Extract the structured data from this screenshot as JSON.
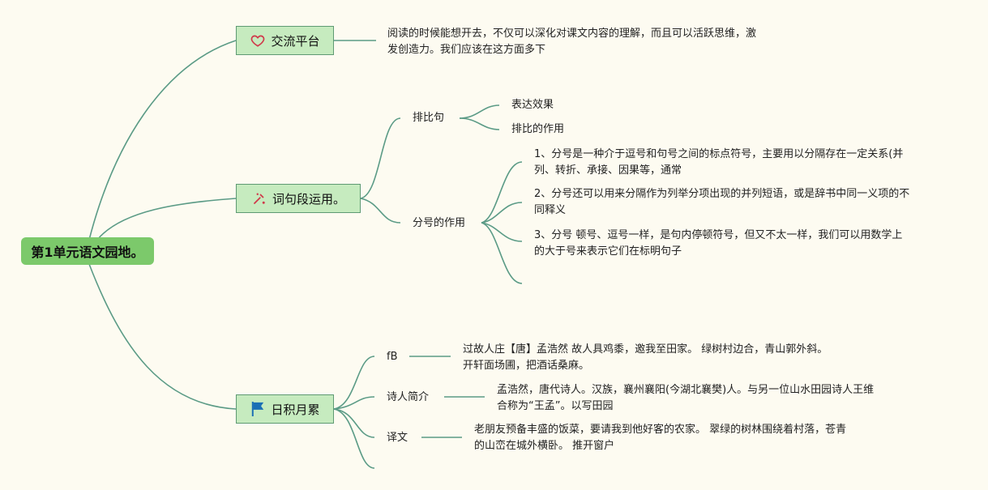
{
  "root": {
    "label": "第1单元语文园地。"
  },
  "branches": [
    {
      "label": "交流平台",
      "icon": "heart-icon",
      "note_lines": [
        "阅读的时候能想开去，不仅可以深化对课文内容的理解，而且可以活跃思维，激",
        "发创造力。我们应该在这方面多下"
      ]
    },
    {
      "label": "词句段运用。",
      "icon": "tools-icon",
      "children": [
        {
          "label": "排比句",
          "children": [
            "表达效果",
            "排比的作用"
          ]
        },
        {
          "label": "分号的作用",
          "children": [
            [
              "1、分号是一种介于逗号和句号之间的标点符号，主要用以分隔存在一定关系(并",
              "列、转折、承接、因果等，通常"
            ],
            [
              "2、分号还可以用来分隔作为列举分项出现的并列短语，或是辞书中同一义项的不",
              "同释义"
            ],
            [
              "3、分号 顿号、逗号一样，是句内停顿符号，但又不太一样，我们可以用数学上",
              "的大于号来表示它们在标明句子"
            ]
          ]
        }
      ]
    },
    {
      "label": "日积月累",
      "icon": "flag-icon",
      "children": [
        {
          "label": "fB",
          "lines": [
            "过故人庄【唐】孟浩然 故人具鸡黍，邀我至田家。 绿树村边合，青山郭外斜。",
            "开轩面场圃，把酒话桑麻。"
          ]
        },
        {
          "label": "诗人简介",
          "lines": [
            "孟浩然，唐代诗人。汉族，襄州襄阳(今湖北襄樊)人。与另一位山水田园诗人王维",
            "合称为“王孟”。以写田园"
          ]
        },
        {
          "label": "译文",
          "lines": [
            "老朋友预备丰盛的饭菜，要请我到他好客的农家。 翠绿的树林围绕着村落，苍青",
            "的山峦在城外横卧。 推开窗户"
          ]
        }
      ]
    }
  ],
  "colors": {
    "root": "#7cc96b",
    "topic": "#c6ebbf",
    "line": "#5b9b86",
    "background": "#fdfbf1"
  }
}
